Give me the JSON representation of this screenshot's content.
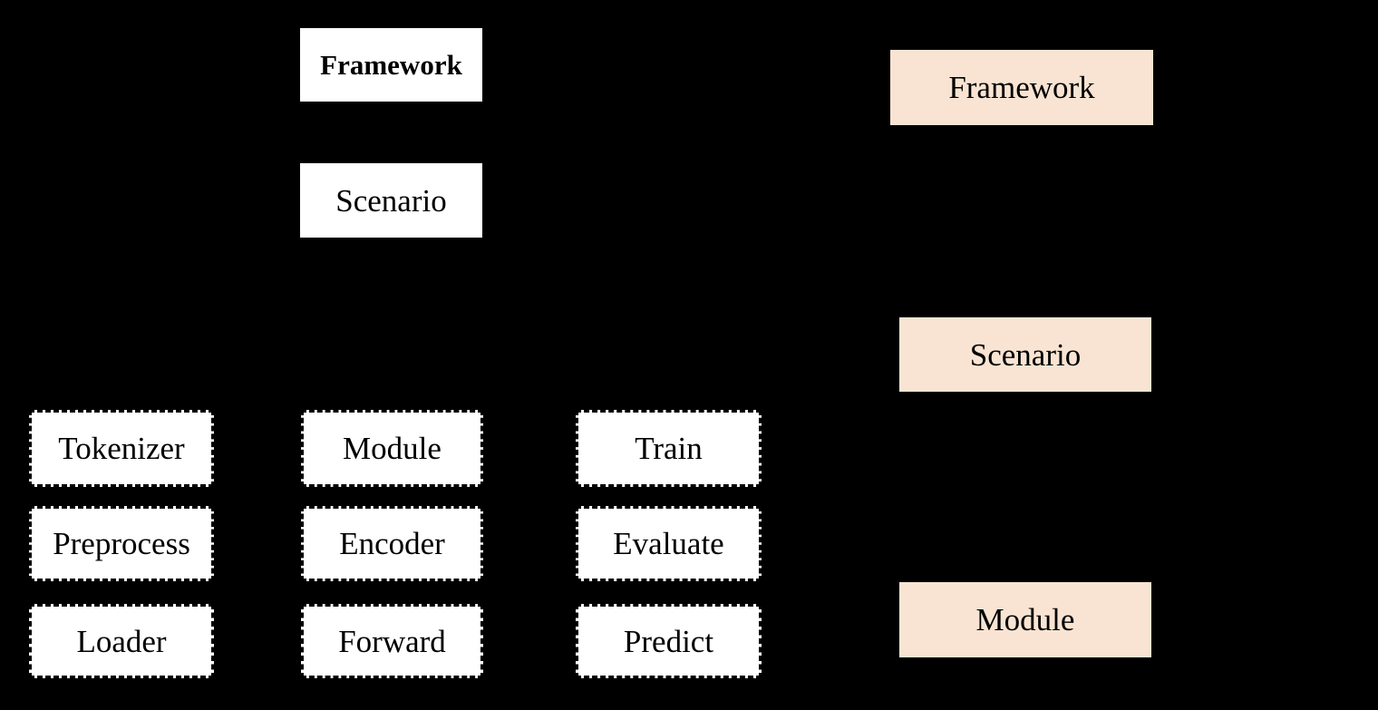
{
  "colors": {
    "background": "#000000",
    "white_box_fill": "#ffffff",
    "dashed_border": "#000000",
    "peach_box_fill": "#f9e4d3",
    "text": "#000000"
  },
  "hierarchy_panel": {
    "framework": "Framework",
    "scenario": "Scenario"
  },
  "module_grid": {
    "columns": [
      {
        "items": [
          "Tokenizer",
          "Preprocess",
          "Loader"
        ]
      },
      {
        "items": [
          "Module",
          "Encoder",
          "Forward"
        ]
      },
      {
        "items": [
          "Train",
          "Evaluate",
          "Predict"
        ]
      }
    ]
  },
  "right_stack": {
    "framework": "Framework",
    "scenario": "Scenario",
    "module": "Module"
  }
}
